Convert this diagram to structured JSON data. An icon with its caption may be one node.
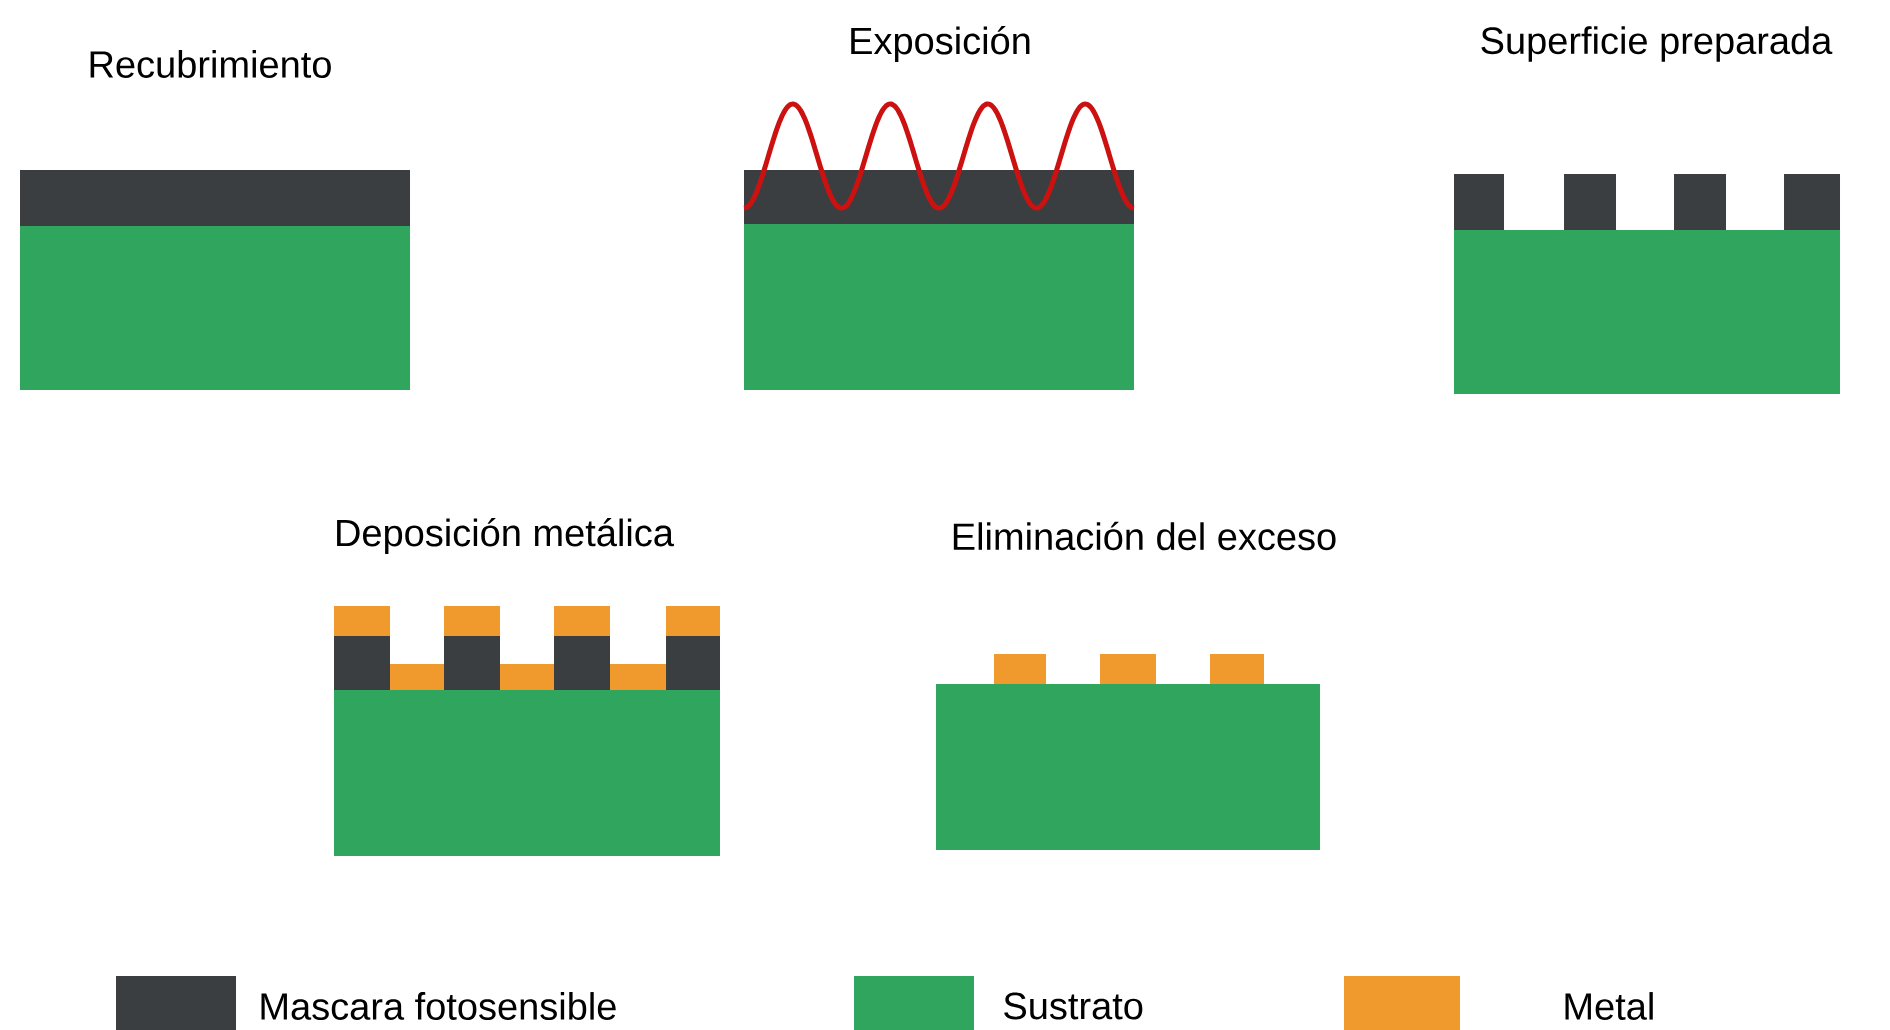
{
  "diagram": {
    "labels": [
      "Recubrimiento",
      "Exposición",
      "Superficie preparada",
      "Deposición metálica",
      "Eliminación del exceso"
    ],
    "legend": [
      {
        "text": "Mascara fotosensible",
        "color": "#3b3e40"
      },
      {
        "text": "Sustrato",
        "color": "#2fa55e"
      },
      {
        "text": "Metal",
        "color": "#f09a2e"
      }
    ]
  }
}
